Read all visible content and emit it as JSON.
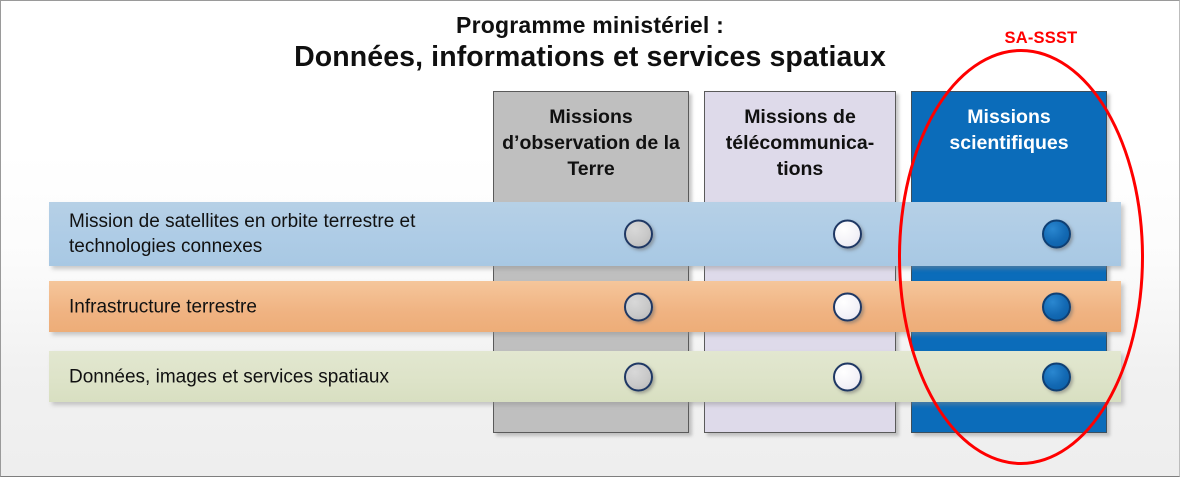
{
  "slide": {
    "title_line_1": "Programme ministériel :",
    "title_line_2": "Données, informations et services spatiaux",
    "highlight_label": "SA-SSST",
    "colors": {
      "highlight_red": "#ff0000",
      "science_blue": "#0b6cba",
      "earth_gray": "#bfbfbf",
      "telecom_lavender": "#dedaea",
      "row_satellites_blue": "#aecce6",
      "row_infrastructure_orange": "#f0b382",
      "row_donnees_green": "#dde3c8",
      "dot_ring_navy": "#1f3864",
      "dot_fill_blue": "#1369b3"
    }
  },
  "columns": [
    {
      "id": "earth",
      "title": "Missions d’observation de la Terre"
    },
    {
      "id": "telecom",
      "title": "Missions de télécommunica-tions"
    },
    {
      "id": "science",
      "title": "Missions scientifiques"
    }
  ],
  "rows": [
    {
      "id": "satellites",
      "label": "Mission de satellites en orbite terrestre et technologies connexes"
    },
    {
      "id": "infrastructure",
      "label": "Infrastructure terrestre"
    },
    {
      "id": "donnees",
      "label": "Données, images et services spatiaux"
    }
  ],
  "matrix": [
    {
      "row": "satellites",
      "earth": "partial",
      "telecom": "low",
      "science": "full"
    },
    {
      "row": "infrastructure",
      "earth": "partial",
      "telecom": "low",
      "science": "full"
    },
    {
      "row": "donnees",
      "earth": "partial",
      "telecom": "low",
      "science": "full"
    }
  ]
}
